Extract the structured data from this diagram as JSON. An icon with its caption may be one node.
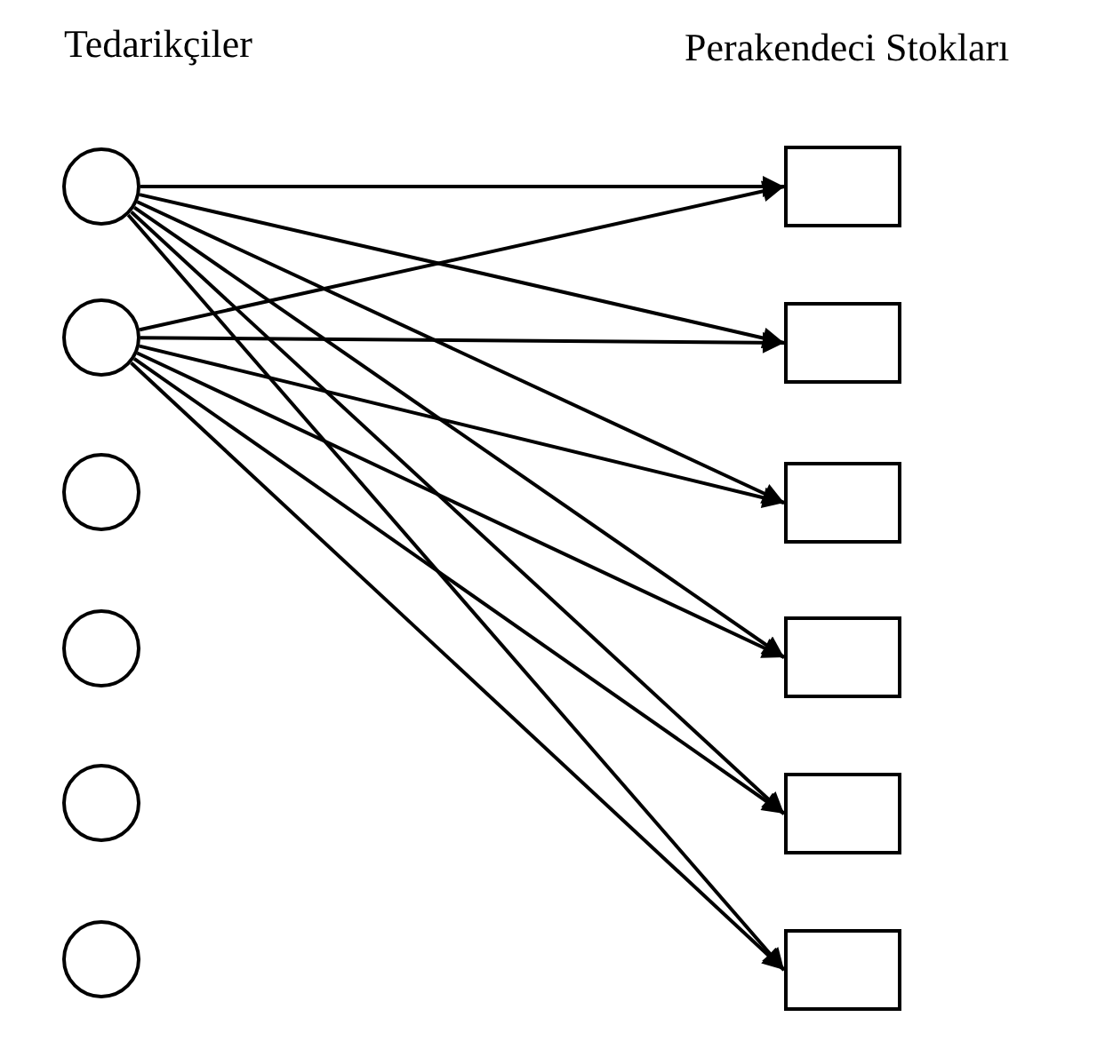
{
  "diagram": {
    "nodes": [
      {
        "text": [],
        "shape": "circle"
      },
      {
        "text": [],
        "shape": "circle"
      },
      {
        "text": [],
        "shape": "circle"
      },
      {
        "text": [],
        "shape": "circle"
      },
      {
        "text": [],
        "shape": "circle"
      },
      {
        "text": [],
        "shape": "circle"
      },
      {
        "text": [],
        "shape": "box"
      },
      {
        "text": [],
        "shape": "box"
      },
      {
        "text": [],
        "shape": "box"
      },
      {
        "text": [],
        "shape": "box"
      },
      {
        "text": [],
        "shape": "box"
      },
      {
        "text": [],
        "shape": "box"
      }
    ],
    "edges": [
      {
        "from": 0,
        "to": 6,
        "arrow": "to"
      },
      {
        "from": 0,
        "to": 7,
        "arrow": "to"
      },
      {
        "from": 0,
        "to": 8,
        "arrow": "to"
      },
      {
        "from": 0,
        "to": 9,
        "arrow": "to"
      },
      {
        "from": 0,
        "to": 10,
        "arrow": "to"
      },
      {
        "from": 0,
        "to": 11,
        "arrow": "to"
      },
      {
        "from": 1,
        "to": 6,
        "arrow": "to"
      },
      {
        "from": 1,
        "to": 7,
        "arrow": "to"
      },
      {
        "from": 1,
        "to": 8,
        "arrow": "to"
      },
      {
        "from": 1,
        "to": 9,
        "arrow": "to"
      },
      {
        "from": 1,
        "to": 10,
        "arrow": "to"
      },
      {
        "from": 1,
        "to": 11,
        "arrow": "to"
      }
    ],
    "labels": [
      "Tedarikçiler",
      "Perakendeci Stokları"
    ]
  }
}
